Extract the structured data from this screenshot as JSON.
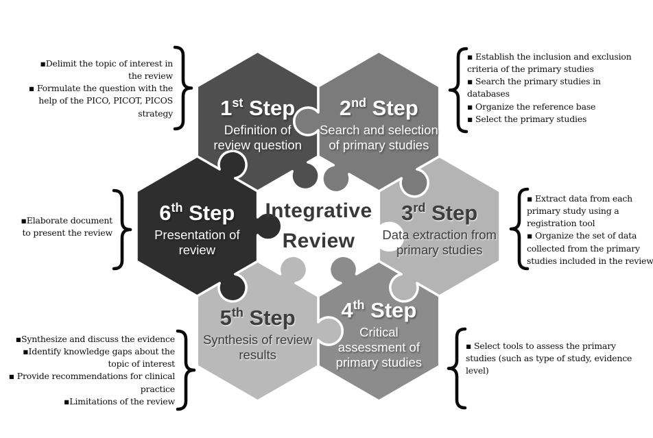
{
  "diagram_title": {
    "line1": "Integrative",
    "line2": "Review"
  },
  "steps": [
    {
      "number": "1",
      "ordinal_suffix": "st",
      "step_word": "Step",
      "subtitle_lines": [
        "Definition of",
        "review question"
      ],
      "fill_color": "#4f4f4f",
      "text_color": "#ffffff",
      "annotation": {
        "side": "left",
        "bullets": [
          "▪Delimit the topic of interest in the review",
          "▪ Formulate the question with the help of the PICO, PICOT, PICOS strategy"
        ]
      }
    },
    {
      "number": "2",
      "ordinal_suffix": "nd",
      "step_word": "Step",
      "subtitle_lines": [
        "Search and selection",
        "of primary studies"
      ],
      "fill_color": "#7b7b7b",
      "text_color": "#ffffff",
      "annotation": {
        "side": "right",
        "bullets": [
          "▪ Establish the inclusion and exclusion criteria of the primary studies",
          "▪ Search the primary studies in databases",
          "▪ Organize the reference base",
          "▪ Select the primary studies"
        ]
      }
    },
    {
      "number": "3",
      "ordinal_suffix": "rd",
      "step_word": "Step",
      "subtitle_lines": [
        "Data extraction from",
        "primary studies"
      ],
      "fill_color": "#b4b4b4",
      "text_color": "#3d3d3d",
      "annotation": {
        "side": "right",
        "bullets": [
          "▪ Extract data from each primary study using a registration tool",
          "▪ Organize the set of data collected from the primary studies included in the review"
        ]
      }
    },
    {
      "number": "4",
      "ordinal_suffix": "th",
      "step_word": "Step",
      "subtitle_lines": [
        "Critical",
        "assessment of",
        "primary studies"
      ],
      "fill_color": "#8c8c8c",
      "text_color": "#ffffff",
      "annotation": {
        "side": "right",
        "bullets": [
          "▪ Select tools to assess the primary studies (such as type of study, evidence level)"
        ]
      }
    },
    {
      "number": "5",
      "ordinal_suffix": "th",
      "step_word": "Step",
      "subtitle_lines": [
        "Synthesis of review",
        "results"
      ],
      "fill_color": "#b9b9b9",
      "text_color": "#3d3d3d",
      "annotation": {
        "side": "left",
        "bullets": [
          "▪Synthesize and discuss the evidence",
          "▪Identify knowledge gaps about the topic of interest",
          "▪ Provide recommendations for clinical practice",
          "▪Limitations of the review"
        ]
      }
    },
    {
      "number": "6",
      "ordinal_suffix": "th",
      "step_word": "Step",
      "subtitle_lines": [
        "Presentation of",
        "review"
      ],
      "fill_color": "#2e2e2e",
      "text_color": "#ffffff",
      "annotation": {
        "side": "left",
        "bullets": [
          "▪Elaborate document to present the review"
        ]
      }
    }
  ]
}
